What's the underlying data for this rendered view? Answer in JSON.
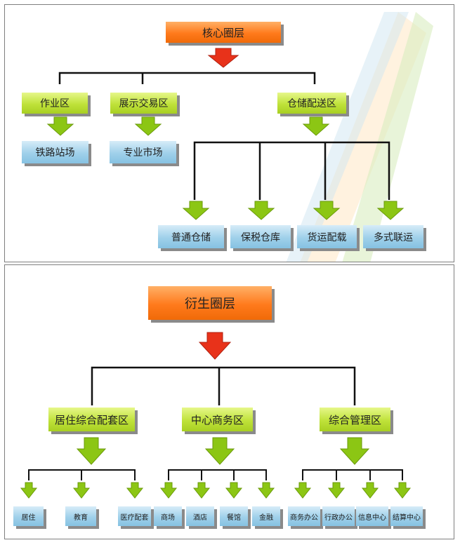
{
  "core": {
    "title": "核心圈层",
    "zones": [
      "作业区",
      "展示交易区",
      "仓储配送区"
    ],
    "zone_children": {
      "operation": "铁路站场",
      "exhibition": "专业市场"
    },
    "storage_children": [
      "普通仓储",
      "保税仓库",
      "货运配载",
      "多式联运"
    ]
  },
  "derived": {
    "title": "衍生圈层",
    "zones": [
      "居住综合配套区",
      "中心商务区",
      "综合管理区"
    ],
    "residential_children": [
      "居住",
      "教育",
      "医疗配套"
    ],
    "business_children": [
      "商场",
      "酒店",
      "餐馆",
      "金融"
    ],
    "management_children": [
      "商务办公",
      "行政办公",
      "信息中心",
      "结算中心"
    ]
  },
  "colors": {
    "orange": "#ff7a1c",
    "green": "#b4d92e",
    "blue": "#93c9e6",
    "red_arrow": "#e8321a",
    "green_arrow": "#8cc614"
  }
}
